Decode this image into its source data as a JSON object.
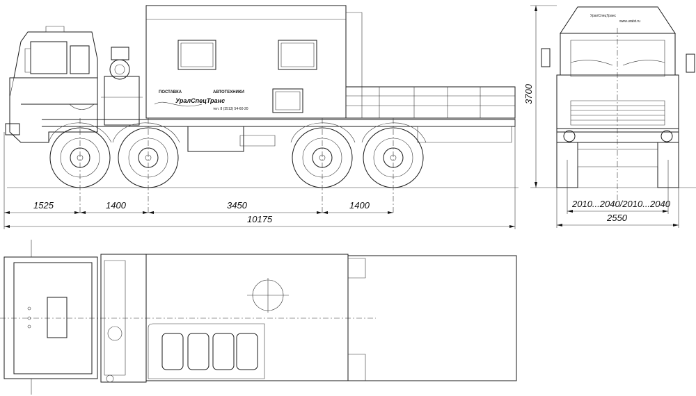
{
  "dimensions": {
    "side": [
      "1525",
      "1400",
      "3450",
      "1400"
    ],
    "overall_length": "10175",
    "height": "3700",
    "track": "2010...2040/2010...2040",
    "overall_width": "2550"
  },
  "body_markings": {
    "supplier_label": "ПОСТАВКА",
    "product_label": "АВТОТЕХНИКИ",
    "brand": "УралСпецТранс",
    "phone": "тел. 8 (3513) 54-60-20",
    "website": "www.uralst.ru"
  }
}
